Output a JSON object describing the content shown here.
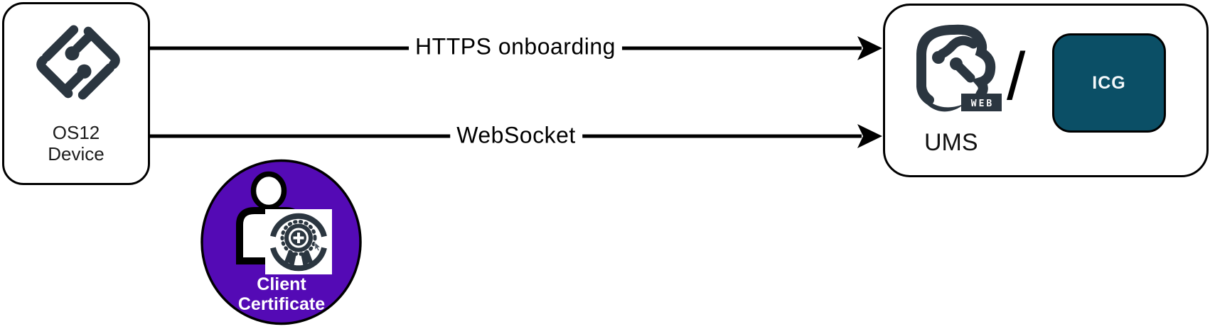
{
  "device_box": {
    "line1": "OS12",
    "line2": "Device"
  },
  "connections": [
    {
      "label": "HTTPS onboarding"
    },
    {
      "label": "WebSocket"
    }
  ],
  "ums_box": {
    "label": "UMS",
    "logo_badge": "WEB",
    "separator": "/",
    "icg": {
      "label": "ICG",
      "color": "#0B4F66"
    }
  },
  "certificate_badge": {
    "line1": "Client",
    "line2": "Certificate",
    "color": "#540AB5"
  },
  "colors": {
    "logo_charcoal": "#2B3640",
    "arrow": "#000000",
    "background": "#FFFFFF"
  }
}
